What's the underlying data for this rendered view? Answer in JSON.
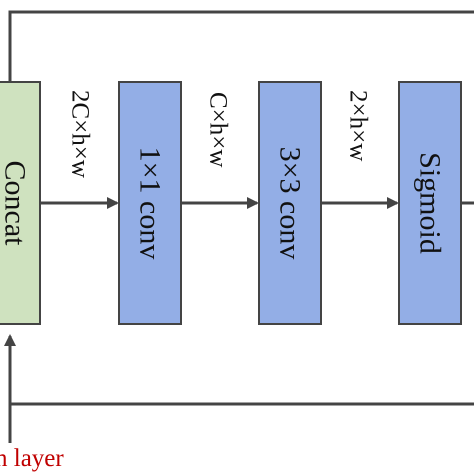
{
  "diagram": {
    "blocks": [
      {
        "id": "concat",
        "label": "Concat",
        "fill": "#cfe2bf"
      },
      {
        "id": "conv1x1",
        "label": "1×1 conv",
        "fill": "#93aee6"
      },
      {
        "id": "conv3x3",
        "label": "3×3 conv",
        "fill": "#93aee6"
      },
      {
        "id": "sigmoid",
        "label": "Sigmoid",
        "fill": "#93aee6"
      }
    ],
    "edges": [
      {
        "from": "concat",
        "to": "conv1x1",
        "label": "2C×h×w"
      },
      {
        "from": "conv1x1",
        "to": "conv3x3",
        "label": "C×h×w"
      },
      {
        "from": "conv3x3",
        "to": "sigmoid",
        "label": "2×h×w"
      }
    ],
    "input_label": "n layer",
    "colors": {
      "stroke": "#444444",
      "input_text": "#c00000"
    }
  }
}
